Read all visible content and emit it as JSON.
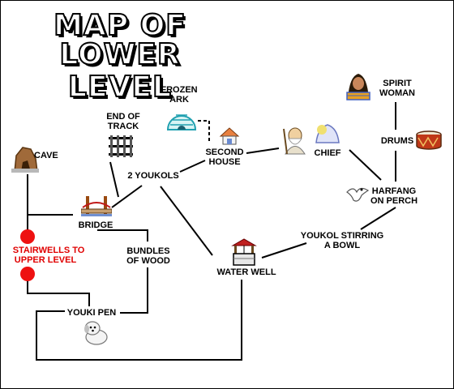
{
  "title": {
    "line1": "MAP OF",
    "line2": "LOWER LEVEL"
  },
  "locations": {
    "cave": "CAVE",
    "end_of_track_1": "END OF",
    "end_of_track_2": "TRACK",
    "frozen_ark_1": "FROZEN",
    "frozen_ark_2": "ARK",
    "second_house_1": "SECOND",
    "second_house_2": "HOUSE",
    "chief": "CHIEF",
    "spirit_woman_1": "SPIRIT",
    "spirit_woman_2": "WOMAN",
    "drums": "DRUMS",
    "harfang_1": "HARFANG",
    "harfang_2": "ON PERCH",
    "two_youkols": "2 YOUKOLS",
    "bridge": "BRIDGE",
    "stairwells_1": "STAIRWELLS TO",
    "stairwells_2": "UPPER LEVEL",
    "bundles_1": "BUNDLES",
    "bundles_2": "OF WOOD",
    "youkol_stirring_1": "YOUKOL STIRRING",
    "youkol_stirring_2": "A BOWL",
    "water_well": "WATER WELL",
    "youki_pen": "YOUKI PEN"
  },
  "icons": [
    "cave-icon",
    "track-end-icon",
    "igloo-icon",
    "house-icon",
    "chief-icon",
    "hut-icon",
    "spirit-woman-icon",
    "drum-icon",
    "owl-icon",
    "bridge-icon",
    "well-icon",
    "dog-icon",
    "stairwell-marker-icon"
  ],
  "colors": {
    "lines": "#000000",
    "stairwell_marker": "#ee1111",
    "label_red": "#e00000"
  }
}
